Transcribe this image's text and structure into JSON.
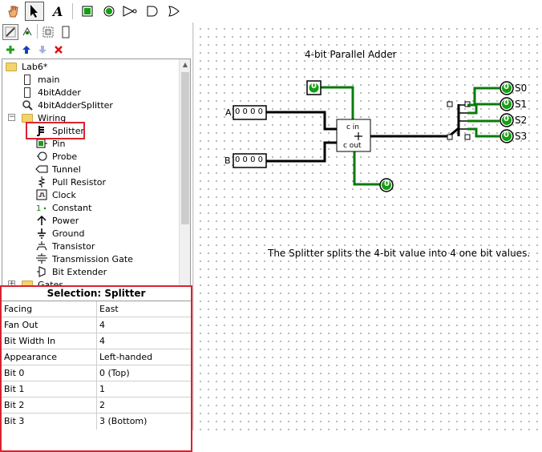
{
  "toolbar": {
    "tools": [
      "hand-poke-tool",
      "select-tool",
      "text-tool",
      "input-pin-tool",
      "output-pin-tool",
      "not-gate-tool",
      "and-gate-tool",
      "or-gate-tool"
    ]
  },
  "tree": {
    "root": "Lab6*",
    "items": [
      {
        "label": "main"
      },
      {
        "label": "4bitAdder"
      },
      {
        "label": "4bitAdderSplitter"
      },
      {
        "label": "Wiring"
      },
      {
        "label": "Splitter"
      },
      {
        "label": "Pin"
      },
      {
        "label": "Probe"
      },
      {
        "label": "Tunnel"
      },
      {
        "label": "Pull Resistor"
      },
      {
        "label": "Clock"
      },
      {
        "label": "Constant"
      },
      {
        "label": "Power"
      },
      {
        "label": "Ground"
      },
      {
        "label": "Transistor"
      },
      {
        "label": "Transmission Gate"
      },
      {
        "label": "Bit Extender"
      },
      {
        "label": "Gates"
      }
    ]
  },
  "props": {
    "title": "Selection: Splitter",
    "rows": [
      {
        "key": "Facing",
        "value": "East"
      },
      {
        "key": "Fan Out",
        "value": "4"
      },
      {
        "key": "Bit Width In",
        "value": "4"
      },
      {
        "key": "Appearance",
        "value": "Left-handed"
      },
      {
        "key": "Bit 0",
        "value": "0 (Top)"
      },
      {
        "key": "Bit 1",
        "value": "1"
      },
      {
        "key": "Bit 2",
        "value": "2"
      },
      {
        "key": "Bit 3",
        "value": "3 (Bottom)"
      }
    ]
  },
  "canvas": {
    "title": "4-bit Parallel Adder",
    "caption": "The Splitter splits the 4-bit value into 4 one bit values.",
    "pin_a_label": "A",
    "pin_b_label": "B",
    "pin_a_value": "0 0 0 0",
    "pin_b_value": "0 0 0 0",
    "cin_value": "0",
    "cout_value": "0",
    "adder_cin": "c in",
    "adder_cout": "c out",
    "adder_symbol": "+",
    "outputs": [
      {
        "label": "S0",
        "value": "0"
      },
      {
        "label": "S1",
        "value": "0"
      },
      {
        "label": "S2",
        "value": "0"
      },
      {
        "label": "S3",
        "value": "0"
      }
    ],
    "colors": {
      "wire_on": "#0a7a0a",
      "wire_bus": "#000000",
      "highlight": "#d9232f"
    }
  }
}
